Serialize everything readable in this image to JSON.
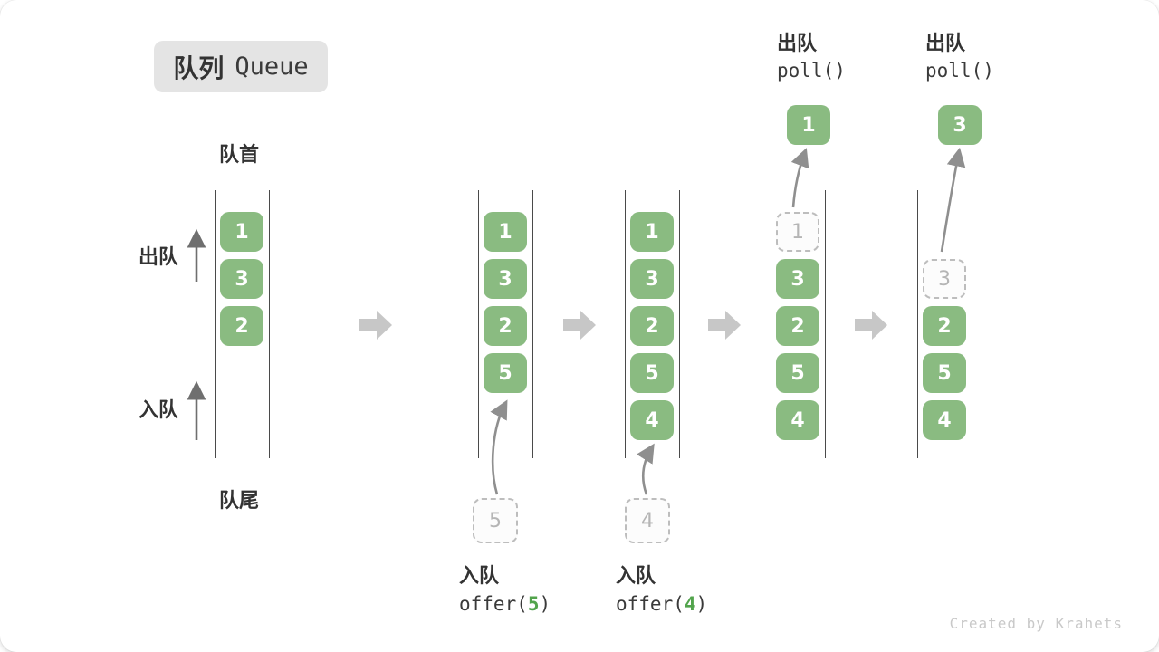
{
  "title": {
    "zh": "队列",
    "en": "Queue"
  },
  "labels": {
    "front": "队首",
    "rear": "队尾",
    "dequeue": "出队",
    "enqueue": "入队"
  },
  "colors": {
    "box-green": "#8abb81",
    "code-green": "#52a44c",
    "text-dark": "#3c3c3c",
    "badge-bg": "#e4e4e4",
    "arrow-gray": "#8f8f8f",
    "block-arrow-gray": "#c7c7c7",
    "muted-gray": "#b5b5b5"
  },
  "states": [
    {
      "boxes": [
        "1",
        "3",
        "2"
      ]
    },
    {
      "boxes": [
        "1",
        "3",
        "2",
        "5"
      ],
      "staged": "5"
    },
    {
      "boxes": [
        "1",
        "3",
        "2",
        "5",
        "4"
      ],
      "staged": "4"
    },
    {
      "removed": "1",
      "boxes": [
        "3",
        "2",
        "5",
        "4"
      ],
      "extracted": "1"
    },
    {
      "removed": "3",
      "boxes": [
        "2",
        "5",
        "4"
      ],
      "extracted": "3"
    }
  ],
  "operations": {
    "enqueue5": {
      "label": "入队",
      "fn": "offer(",
      "arg": "5",
      "close": ")"
    },
    "enqueue4": {
      "label": "入队",
      "fn": "offer(",
      "arg": "4",
      "close": ")"
    },
    "dequeue1": {
      "label": "出队",
      "fn": "poll()"
    },
    "dequeue2": {
      "label": "出队",
      "fn": "poll()"
    }
  },
  "watermark": "Created by Krahets"
}
